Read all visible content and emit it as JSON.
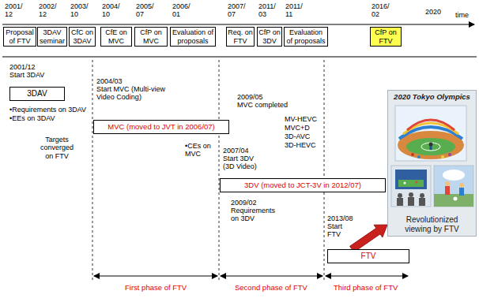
{
  "diagram": {
    "nodes": [
      {
        "text": [
          "Proposal of FTV"
        ]
      },
      {
        "text": [
          "3DAV seminar"
        ]
      },
      {
        "text": [
          "CfC on 3DAV"
        ]
      },
      {
        "text": [
          "CfE on MVC"
        ]
      },
      {
        "text": [
          "CfP on MVC"
        ]
      },
      {
        "text": [
          "Evaluation of proposals"
        ]
      },
      {
        "text": [
          "Req. on FTV"
        ]
      },
      {
        "text": [
          "CfP on 3DV"
        ]
      },
      {
        "text": [
          "Evaluation of proposals"
        ]
      },
      {
        "text": [
          "CfP on FTV"
        ]
      },
      {
        "text": [
          "3DAV"
        ]
      },
      {
        "text": [
          "MVC (moved to JVT in 2006/07)"
        ]
      },
      {
        "text": [
          "3DV (moved to JCT-3V in 2012/07)"
        ]
      },
      {
        "text": [
          "2020 Tokyo Olympics",
          "Revolutionized viewing by FTV"
        ]
      },
      {
        "text": [
          "FTV"
        ]
      }
    ],
    "edges": [
      {
        "from": 14,
        "to": 13,
        "arrow": "to"
      }
    ],
    "labels": [
      "2001/ 12",
      "2002/ 12",
      "2003/ 10",
      "2004/ 10",
      "2005/ 07",
      "2006/ 01",
      "2007/ 07",
      "2011/ 03",
      "2011/ 11",
      "2016/ 02",
      "2020",
      "time",
      "2001/12",
      "Start 3DAV",
      "•Requirements on 3DAV",
      "•EEs on 3DAV",
      "Targets converged on FTV",
      "2004/03",
      "Start MVC (Multi-view Video Coding)",
      "•CEs on MVC",
      "2009/05",
      "MVC completed",
      "MV-HEVC",
      "MVC+D",
      "3D-AVC",
      "3D-HEVC",
      "2007/04",
      "Start 3DV (3D Video)",
      "2009/02",
      "Requirements on 3DV",
      "2013/08",
      "Start FTV",
      "First phase of FTV",
      "Second phase of FTV",
      "Third phase of FTV"
    ]
  }
}
